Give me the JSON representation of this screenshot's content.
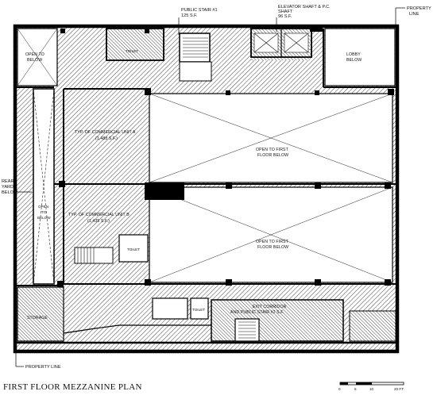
{
  "title": "FIRST FLOOR MEZZANINE PLAN",
  "callouts": {
    "public_stair": [
      "PUBLIC STAIR #1",
      "125 S.F."
    ],
    "elevator_shaft": [
      "ELEVATOR SHAFT & P.C.",
      "SHAFT",
      "96 S.F."
    ],
    "property_line_top": [
      "PROPERTY",
      "LINE"
    ],
    "property_line_bottom": "PROPERTY LINE",
    "rear_yard": [
      "REAR",
      "YARD",
      "BELOW"
    ]
  },
  "rooms": {
    "open_below_nw": [
      "OPEN TO",
      "BELOW"
    ],
    "lobby_below": [
      "LOBBY",
      "BELOW"
    ],
    "commercial_a": [
      "TYP. OF COMMERCIAL UNIT A",
      "(1,488 S.F.)"
    ],
    "open_first_floor_upper": [
      "OPEN TO FIRST",
      "FLOOR BELOW"
    ],
    "commercial_b": [
      "TYP. OF COMMERCIAL UNIT B",
      "(1,435 S.F.)"
    ],
    "open_first_floor_lower": [
      "OPEN TO FIRST",
      "FLOOR BELOW"
    ],
    "open_west": [
      "OPEN",
      "TO",
      "BELOW"
    ],
    "storage": "STORAGE",
    "exit_corridor": [
      "EXIT CORRIDOR",
      "AND PUBLIC STAIR #2 S.F."
    ],
    "toilet_upper": "TOILET",
    "toilet_mid": "TOILET",
    "toilet_lower": "TOILET"
  },
  "scale_bar": [
    "0",
    "5",
    "10",
    "20 FT"
  ]
}
